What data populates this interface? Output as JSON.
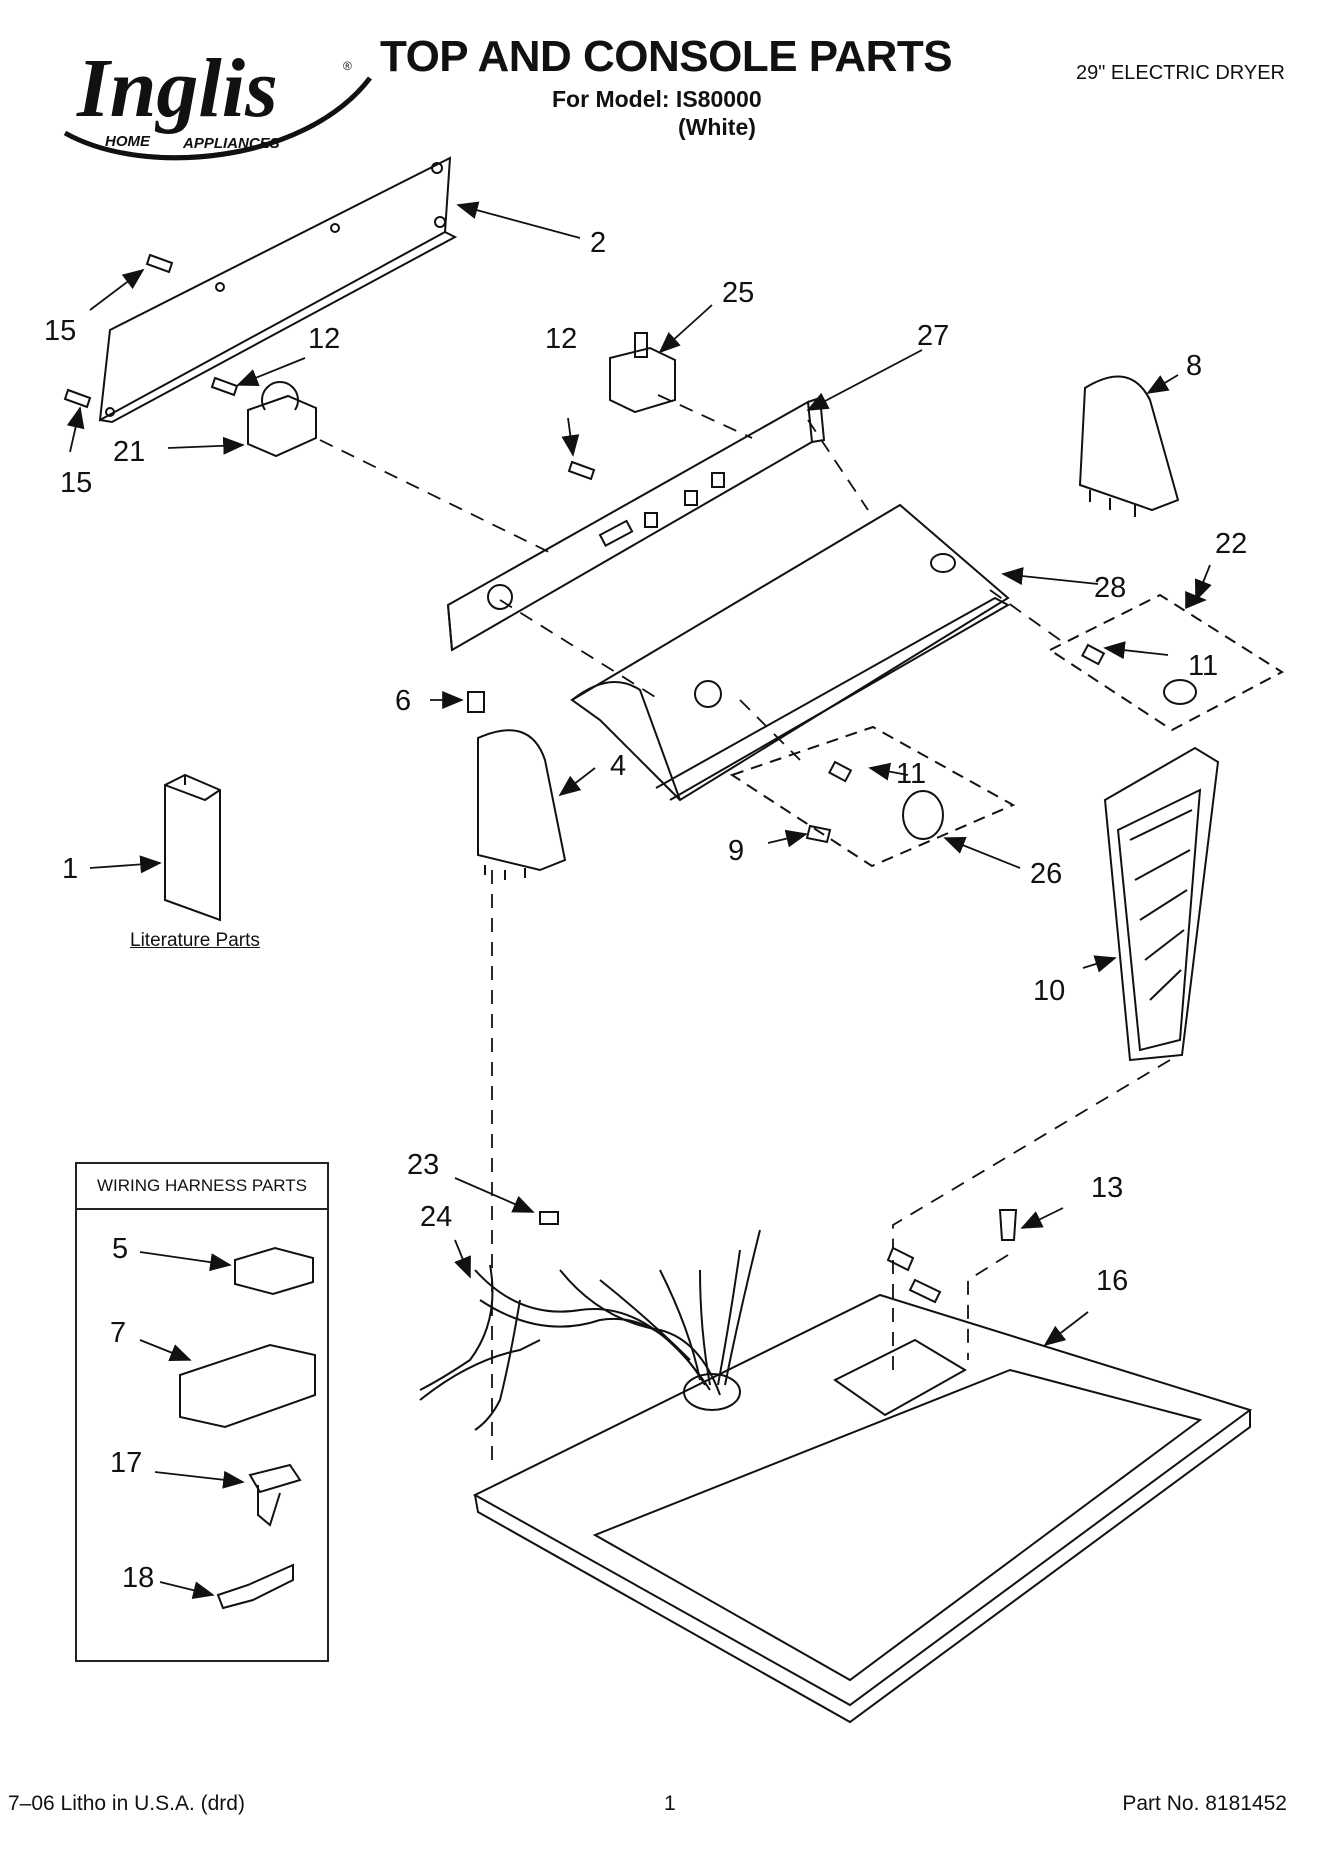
{
  "header": {
    "brand": "Inglis",
    "brand_tagline_left": "HOME",
    "brand_tagline_right": "APPLIANCES",
    "title": "TOP AND CONSOLE PARTS",
    "model_line": "For Model: IS80000",
    "model_color": "(White)",
    "product": "29\" ELECTRIC DRYER"
  },
  "callouts": {
    "n1": "1",
    "n2": "2",
    "n4": "4",
    "n5": "5",
    "n6": "6",
    "n7": "7",
    "n8": "8",
    "n9": "9",
    "n10": "10",
    "n11a": "11",
    "n11b": "11",
    "n12a": "12",
    "n12b": "12",
    "n13": "13",
    "n15a": "15",
    "n15b": "15",
    "n16": "16",
    "n17": "17",
    "n18": "18",
    "n21": "21",
    "n22": "22",
    "n23": "23",
    "n24": "24",
    "n25": "25",
    "n26": "26",
    "n27": "27",
    "n28": "28"
  },
  "literature_label": "Literature Parts",
  "harness_box_title": "WIRING HARNESS PARTS",
  "footer": {
    "litho": "7–06 Litho in U.S.A. (drd)",
    "page": "1",
    "part_no": "Part No. 8181452"
  }
}
